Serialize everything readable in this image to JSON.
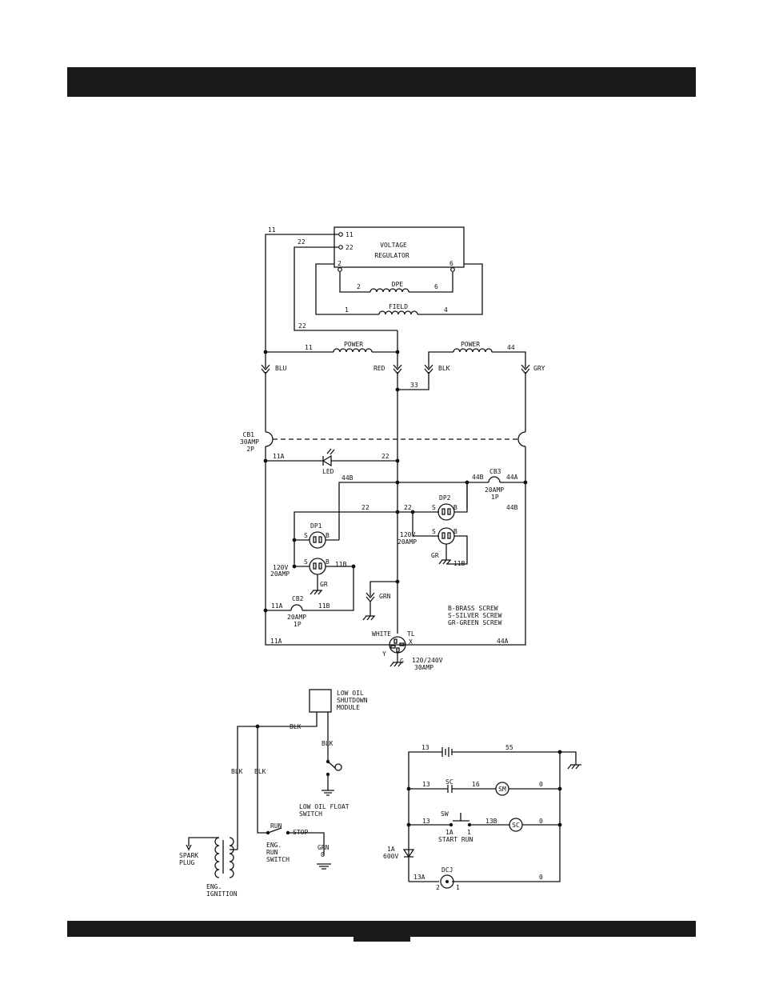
{
  "labels": {
    "w11_top": "11",
    "w22_top": "22",
    "vr_t11": "11",
    "vr_t22": "22",
    "vr_title1": "VOLTAGE",
    "vr_title2": "REGULATOR",
    "vr_p2": "2",
    "vr_p6": "6",
    "dpe": "DPE",
    "dpe_2": "2",
    "dpe_6": "6",
    "field": "FIELD",
    "field_1": "1",
    "field_4": "4",
    "w22_mid": "22",
    "power1": "POWER",
    "power1_11": "11",
    "power2": "POWER",
    "power2_44": "44",
    "blu": "BLU",
    "red": "RED",
    "blk": "BLK",
    "gry": "GRY",
    "w33": "33",
    "cb1": "CB1",
    "cb1_amp": "30AMP",
    "cb1_pole": "2P",
    "w11a_led": "11A",
    "w22_led": "22",
    "led": "LED",
    "w44b": "44B",
    "w44b_cb3": "44B",
    "cb3": "CB3",
    "w44a_cb3": "44A",
    "cb3_amp": "20AMP",
    "cb3_pole": "1P",
    "w44b_right": "44B",
    "w22_dp1": "22",
    "w22_dp2": "22",
    "dp2": "DP2",
    "dp1": "DP1",
    "s1": "S",
    "b1": "B",
    "s2": "S",
    "b2": "B",
    "s3": "S",
    "b3": "B",
    "s4": "S",
    "b4": "B",
    "v120_mid": "120V",
    "amp20_mid": "20AMP",
    "gr_mid": "GR",
    "w11b_right": "11B",
    "v120_left": "120V",
    "amp20_left": "20AMP",
    "w11b_mid": "11B",
    "gr_left": "GR",
    "grn": "GRN",
    "w11a_cb2": "11A",
    "cb2": "CB2",
    "w11b_cb2": "11B",
    "cb2_amp": "20AMP",
    "cb2_pole": "1P",
    "legend1": "B-BRASS SCREW",
    "legend2": "S-SILVER SCREW",
    "legend3": "GR-GREEN SCREW",
    "white": "WHITE",
    "tl": "TL",
    "x": "X",
    "y": "Y",
    "g": "G",
    "w11a_bottom": "11A",
    "w44a_bottom": "44A",
    "rec_v": "120/240V",
    "rec_a": "30AMP",
    "lo1": "LOW OIL",
    "lo2": "SHUTDOWN",
    "lo3": "MODULE",
    "blk_top": "BLK",
    "blk_float": "BLK",
    "blk_left1": "BLK",
    "blk_left2": "BLK",
    "float1": "LOW OIL FLOAT",
    "float2": "SWITCH",
    "run": "RUN",
    "stop": "STOP",
    "eng_run1": "ENG.",
    "eng_run2": "RUN",
    "eng_run3": "SWITCH",
    "grn_bot": "GRN",
    "zero_bot": "0",
    "spark1": "SPARK",
    "spark2": "PLUG",
    "ign1": "ENG.",
    "ign2": "IGNITION",
    "r1_13": "13",
    "r1_55": "55",
    "r2_13": "13",
    "sc": "SC",
    "r2_16": "16",
    "sm": "SM",
    "r2_0": "0",
    "sw": "SW",
    "r3_13": "13",
    "r3_1a": "1A",
    "r3_1": "1",
    "r3_13b": "13B",
    "sc2": "SC",
    "r3_0": "0",
    "start_run": "START RUN",
    "d1a": "1A",
    "d600v": "600V",
    "dcj": "DCJ",
    "r4_13a": "13A",
    "dcj_2": "2",
    "dcj_1": "1",
    "r4_0": "0"
  }
}
